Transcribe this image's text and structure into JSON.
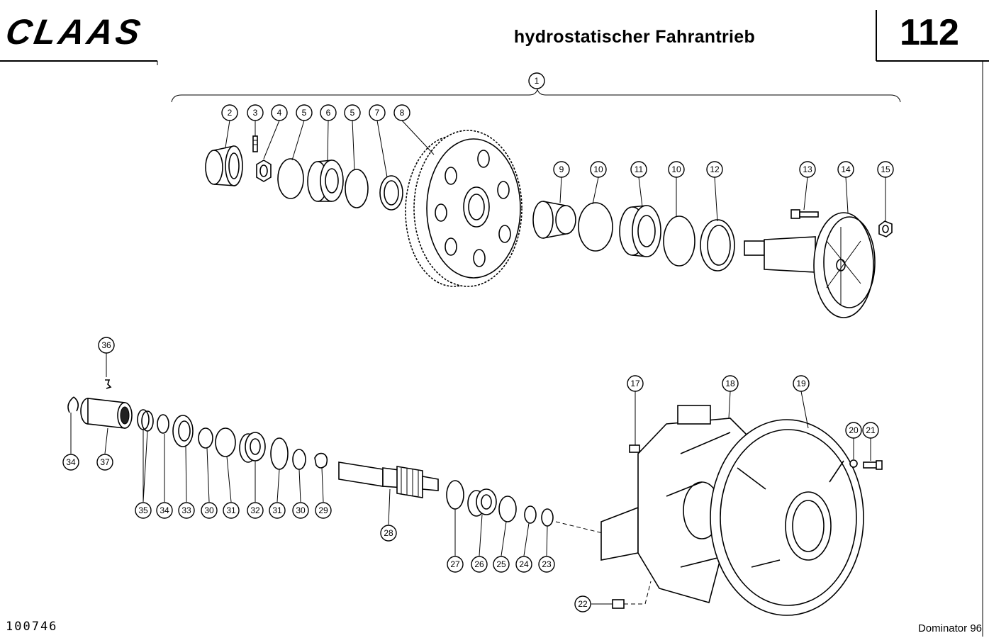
{
  "header": {
    "brand": "CLAAS",
    "title": "hydrostatischer Fahrantrieb",
    "page_number": "112"
  },
  "footer": {
    "doc_number": "100746",
    "model": "Dominator 96"
  },
  "callouts": {
    "c1": "1",
    "c2": "2",
    "c3": "3",
    "c4": "4",
    "c5a": "5",
    "c6": "6",
    "c5b": "5",
    "c7": "7",
    "c8": "8",
    "c9": "9",
    "c10a": "10",
    "c11": "11",
    "c10b": "10",
    "c12": "12",
    "c13": "13",
    "c14": "14",
    "c15": "15",
    "c36": "36",
    "c34a": "34",
    "c37": "37",
    "c35": "35",
    "c34b": "34",
    "c33": "33",
    "c30a": "30",
    "c31a": "31",
    "c32": "32",
    "c31b": "31",
    "c30b": "30",
    "c29": "29",
    "c28": "28",
    "c27": "27",
    "c26": "26",
    "c25": "25",
    "c24": "24",
    "c23": "23",
    "c17": "17",
    "c18": "18",
    "c19": "19",
    "c20": "20",
    "c21": "21",
    "c22": "22"
  },
  "colors": {
    "ink": "#000000",
    "paper": "#ffffff"
  }
}
